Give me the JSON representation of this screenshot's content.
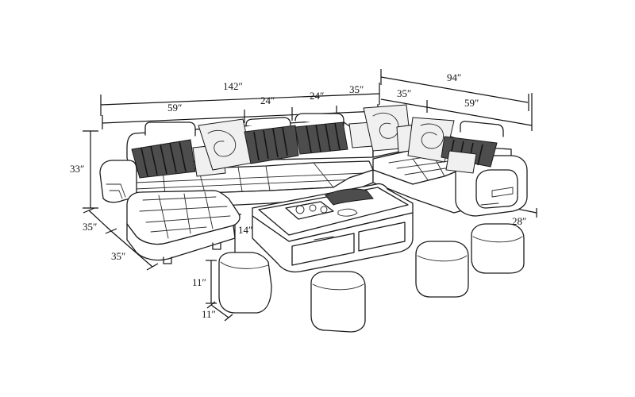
{
  "dimensions": {
    "overall_length": "142″",
    "right_length": "94″",
    "left_seat_width": "59″",
    "middle_seat_a": "24″",
    "middle_seat_b": "24″",
    "corner_width": "35″",
    "right_corner": "35″",
    "right_seat_width": "59″",
    "back_height": "33″",
    "chaise_depth": "35″",
    "chaise_width": "35″",
    "table_height": "14″",
    "arm_depth": "28″",
    "ottoman_height": "11″",
    "ottoman_width": "11″"
  },
  "colors": {
    "line": "#1c1c1c",
    "pillow_dark": "#4d4d4d",
    "background": "#ffffff"
  }
}
